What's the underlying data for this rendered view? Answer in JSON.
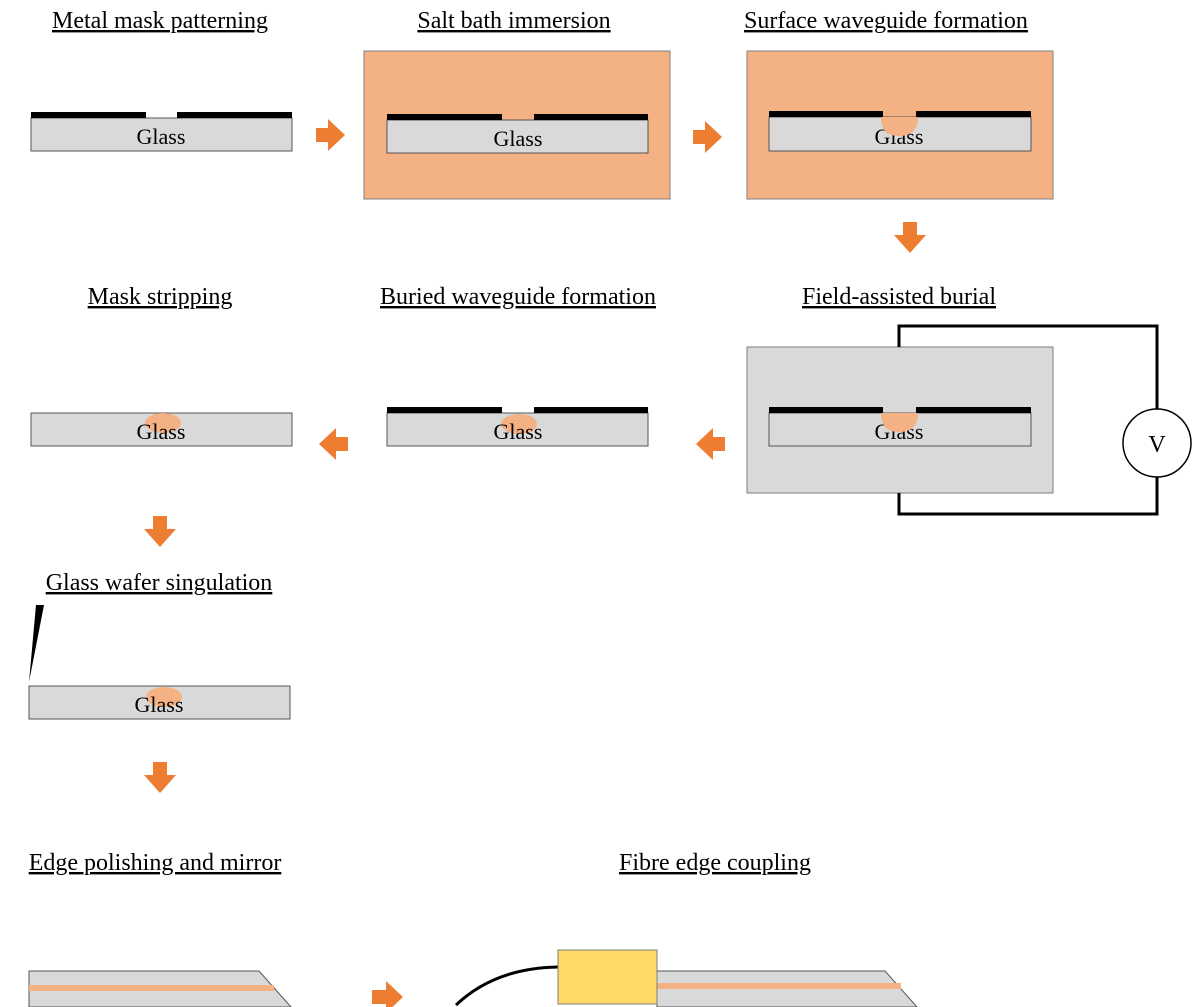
{
  "steps": {
    "s1": "Metal mask patterning",
    "s2": "Salt bath immersion",
    "s3": "Surface waveguide formation",
    "s4": "Field-assisted burial",
    "s5": "Buried waveguide formation",
    "s6": "Mask stripping",
    "s7": "Glass wafer singulation",
    "s8": "Edge polishing and mirror",
    "s9": "Fibre edge coupling"
  },
  "glass_label": "Glass",
  "voltmeter_label": "V",
  "colors": {
    "salt_bath": "#f4b183",
    "arrow": "#ed7d31",
    "glass": "#d9d9d9",
    "fibre_connector": "#ffd966"
  }
}
